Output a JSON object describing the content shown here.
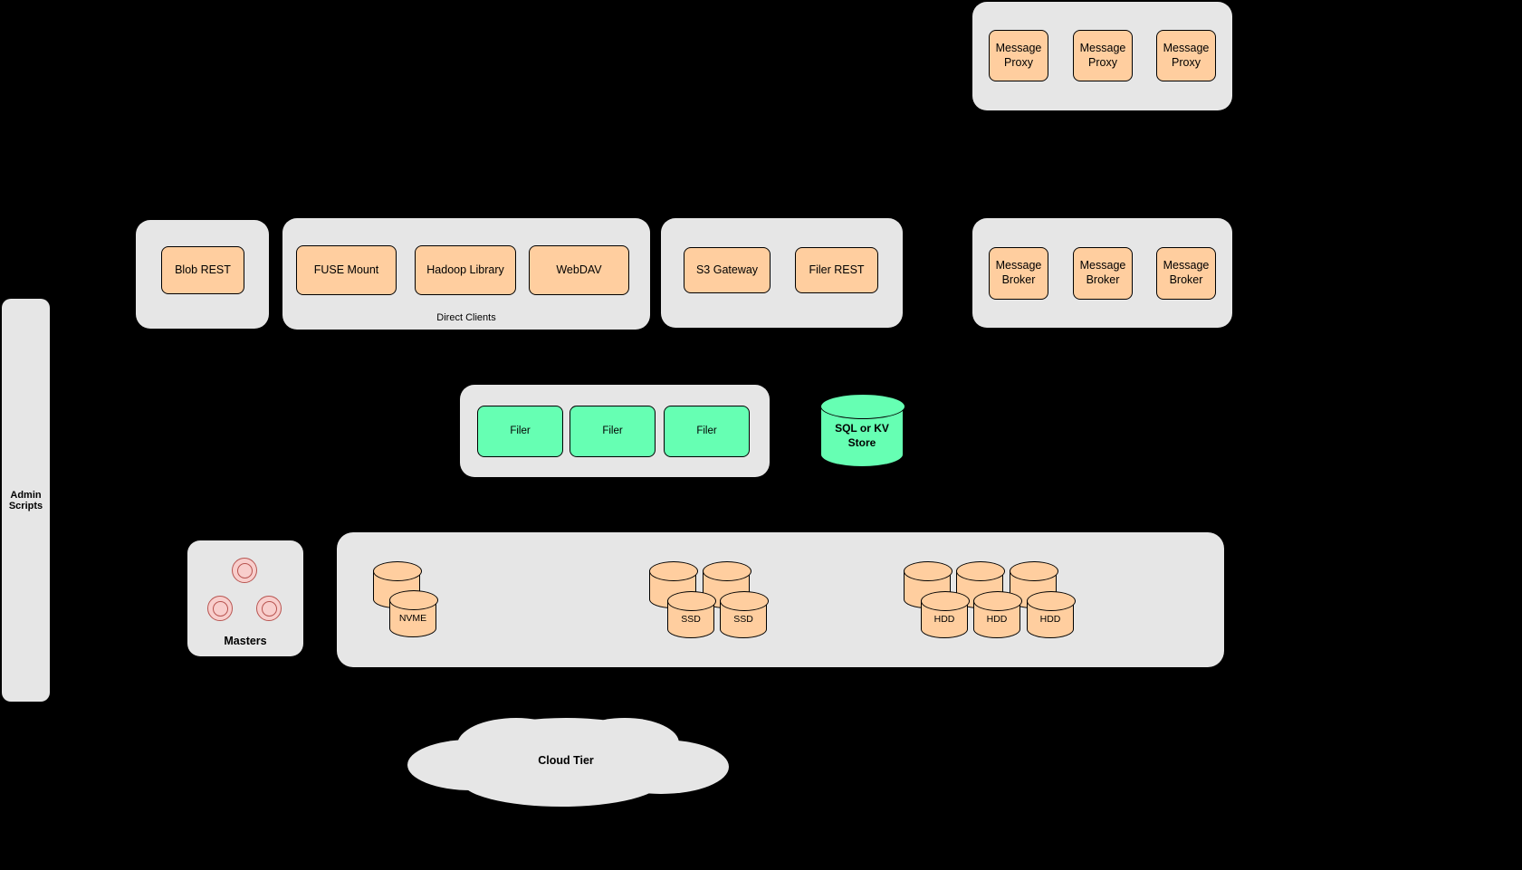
{
  "colors": {
    "background": "#000000",
    "container_gray": "#e6e6e6",
    "node_orange": "#ffce9f",
    "node_green": "#66ffb3",
    "master_pink_fill": "#f8cecc",
    "master_pink_stroke": "#b85450",
    "node_border": "#000000"
  },
  "admin_bar": {
    "label": "Admin Scripts"
  },
  "proxy_group": {
    "items": [
      "Message Proxy",
      "Message Proxy",
      "Message Proxy"
    ]
  },
  "blob_group": {
    "items": [
      "Blob REST"
    ]
  },
  "direct_clients_group": {
    "caption": "Direct Clients",
    "items": [
      "FUSE Mount",
      "Hadoop Library",
      "WebDAV"
    ]
  },
  "gateway_group": {
    "items": [
      "S3 Gateway",
      "Filer REST"
    ]
  },
  "broker_group": {
    "items": [
      "Message Broker",
      "Message Broker",
      "Message Broker"
    ]
  },
  "filer_group": {
    "items": [
      "Filer",
      "Filer",
      "Filer"
    ]
  },
  "sql_store": {
    "label": "SQL or KV Store"
  },
  "masters_group": {
    "label": "Masters"
  },
  "volume_group": {
    "nvme_label": "NVME",
    "ssd_labels": [
      "SSD",
      "SSD"
    ],
    "hdd_labels": [
      "HDD",
      "HDD",
      "HDD"
    ]
  },
  "cloud": {
    "label": "Cloud Tier"
  }
}
